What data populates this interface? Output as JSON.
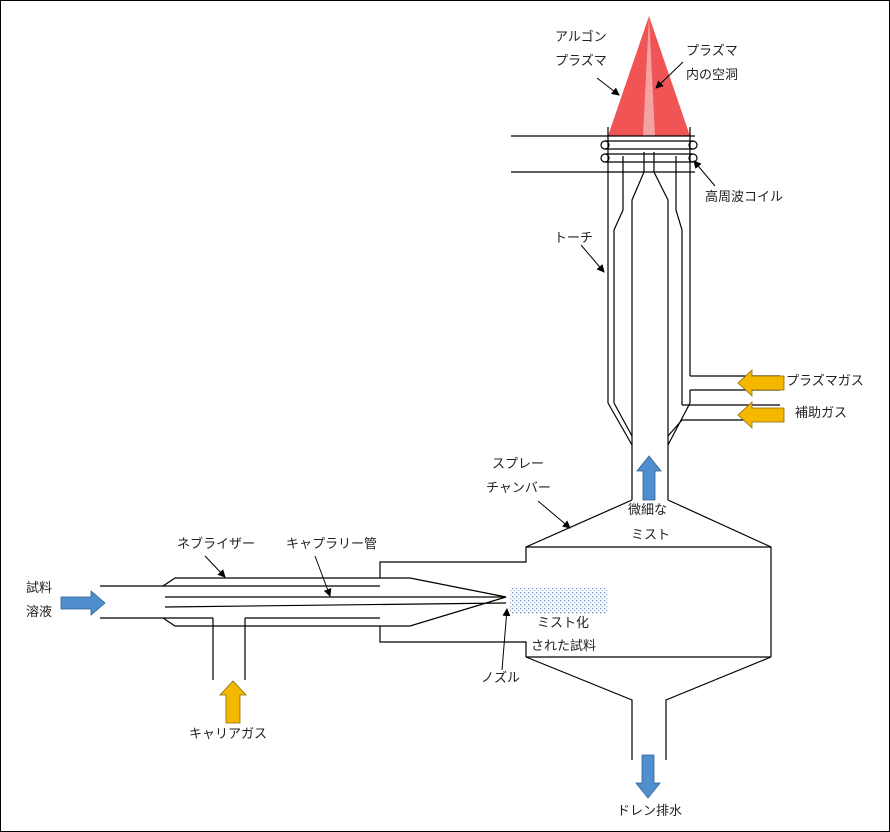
{
  "labels": {
    "argon_line1": "アルゴン",
    "argon_line2": "プラズマ",
    "cavity_line1": "プラズマ",
    "cavity_line2": "内の空洞",
    "coil": "高周波コイル",
    "torch": "トーチ",
    "plasma_gas": "プラズマガス",
    "aux_gas": "補助ガス",
    "spray_line1": "スプレー",
    "spray_line2": "チャンバー",
    "fine_line1": "微細な",
    "fine_line2": "ミスト",
    "nebulizer": "ネブライザー",
    "capillary": "キャプラリー管",
    "sample_line1": "試料",
    "sample_line2": "溶液",
    "mist_line1": "ミスト化",
    "mist_line2": "された試料",
    "nozzle": "ノズル",
    "carrier_gas": "キャリアガス",
    "drain": "ドレン排水"
  },
  "colors": {
    "plasma": "#f05455",
    "plasma_core": "#f4a3a3",
    "arrow_gas": "#f5b800",
    "arrow_liquid": "#4f8fce",
    "mist": "#7a9cc8"
  }
}
